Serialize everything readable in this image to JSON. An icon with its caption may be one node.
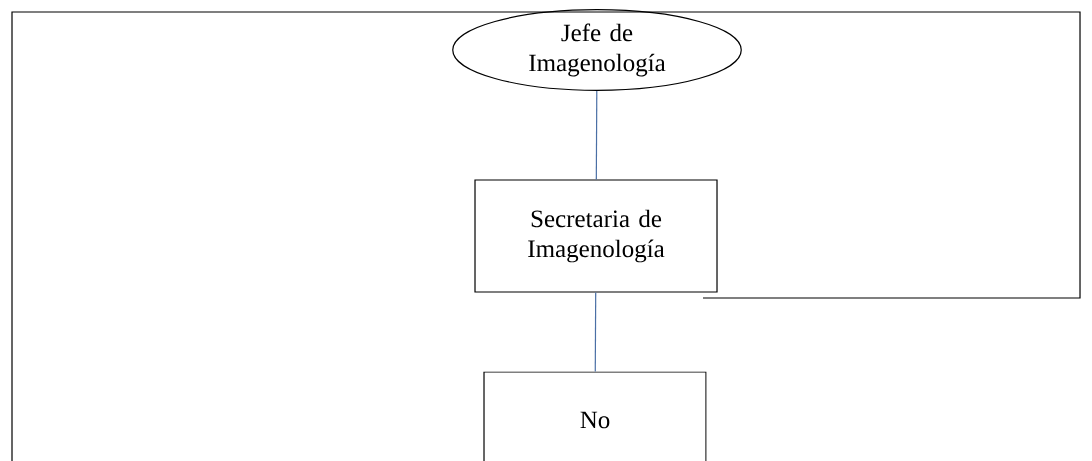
{
  "diagram": {
    "nodes": [
      {
        "text": [
          "Jefe de Imagenología"
        ]
      },
      {
        "text": [
          "Secretaria de Imagenología"
        ]
      },
      {
        "text": [
          "No"
        ]
      }
    ],
    "edges": [
      {
        "from": 0,
        "to": 1,
        "arrow": "none"
      },
      {
        "from": 1,
        "to": 2,
        "arrow": "none"
      }
    ]
  }
}
